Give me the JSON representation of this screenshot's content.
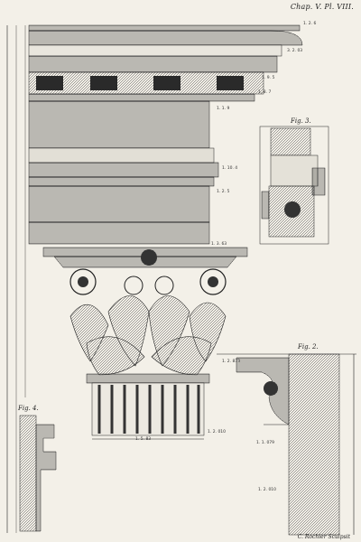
{
  "header": {
    "chapter_plate": "Chap. V. Pl. VIII."
  },
  "figures": {
    "fig3": "Fig. 3.",
    "fig2": "Fig. 2.",
    "fig4": "Fig. 4."
  },
  "engraver": "C. Rochier Sculpsit",
  "dims": {
    "cornice_top": "1. 2. 6",
    "cornice_1": "3. 2. 03",
    "cornice_2": "1. 9. 5",
    "cornice_3": "1. 8. 7",
    "frieze_1": "1. 1. 9",
    "architrave_1": "1. 10. 4",
    "architrave_2": "1. 2. 5",
    "capital_1": "1. 3. 63",
    "shaft_base": "1. 5. 83",
    "shaft_right": "1. 2. 010",
    "fig2_top": "1. 2. 873",
    "fig2_mid": "1. 1. 079",
    "fig2_low": "1. 2. 010"
  },
  "colors": {
    "paper": "#f3f0e8",
    "ink": "#1c1c1c",
    "mid": "#555555",
    "light": "#9a9a9a"
  }
}
